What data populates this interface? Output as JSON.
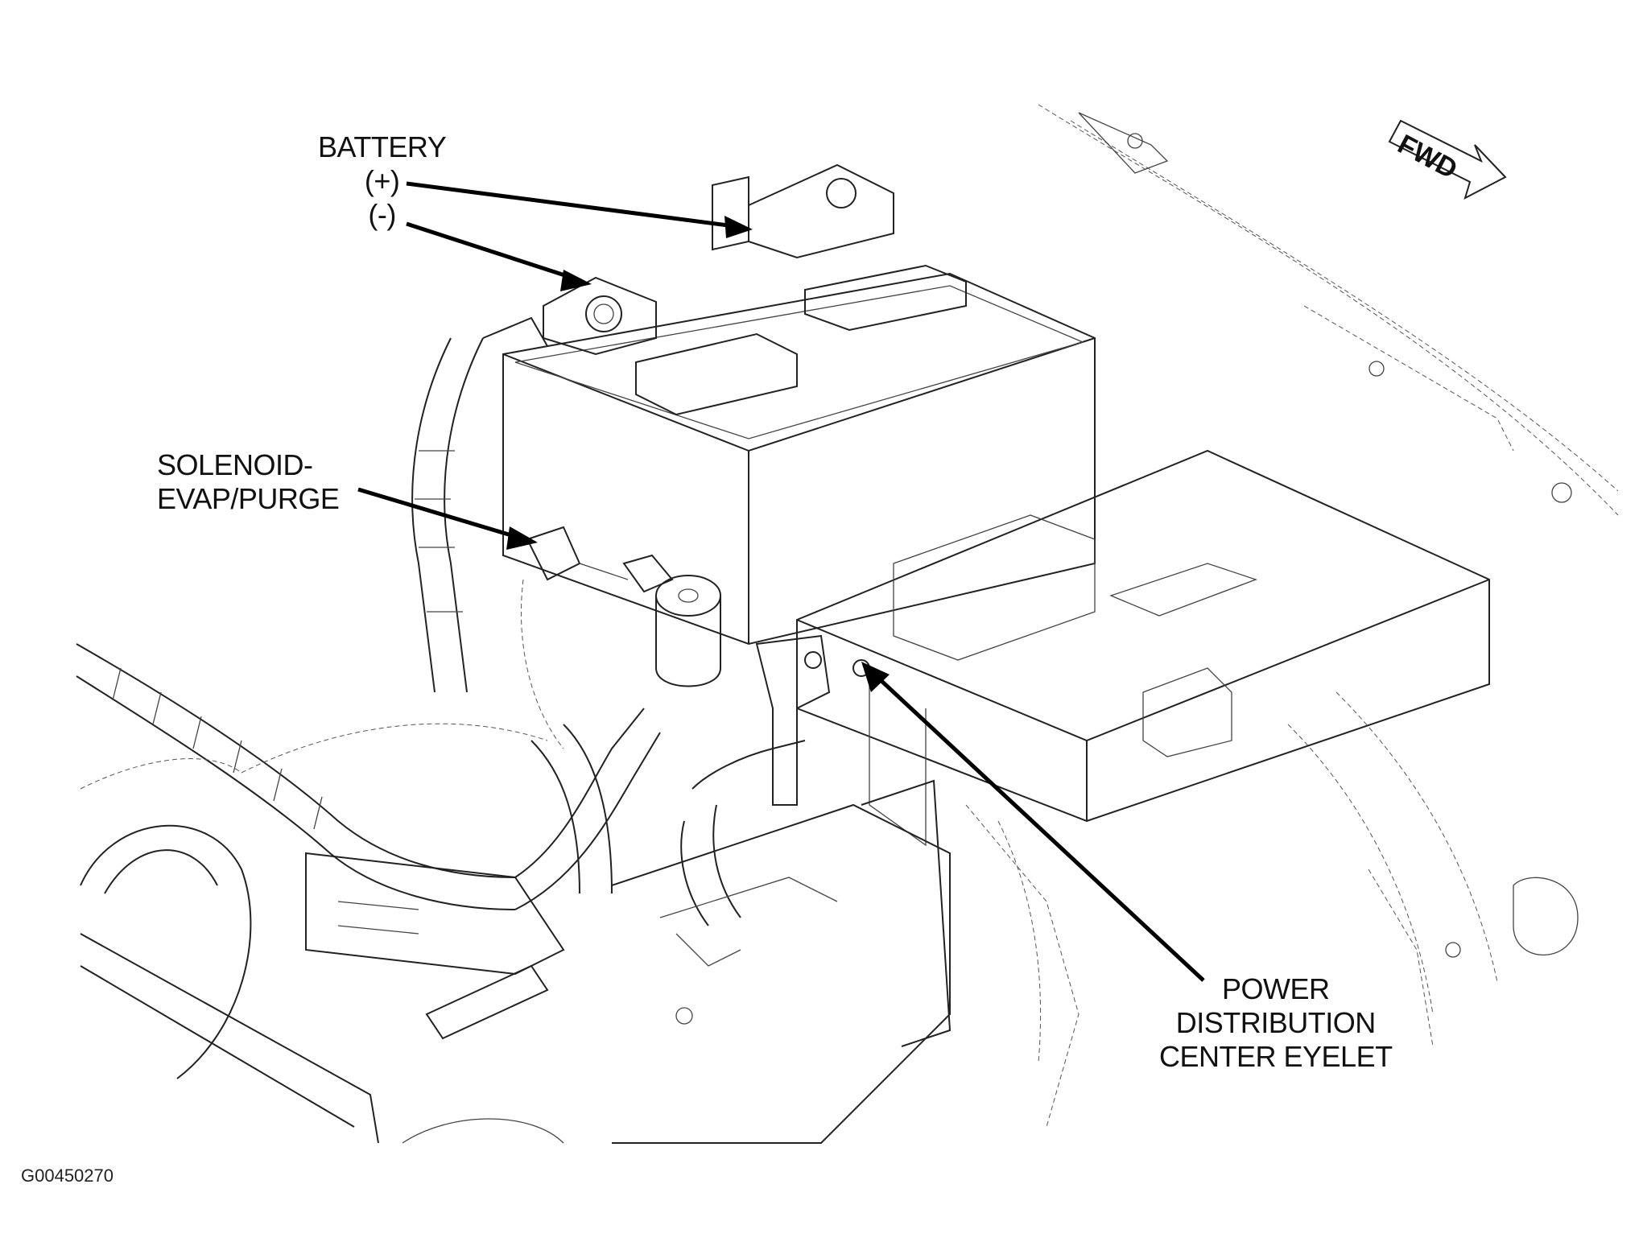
{
  "labels": {
    "battery_title": "BATTERY",
    "battery_pos": "(+)",
    "battery_neg": "(-)",
    "solenoid_line1": "SOLENOID-",
    "solenoid_line2": "EVAP/PURGE",
    "pdc_line1": "POWER",
    "pdc_line2": "DISTRIBUTION",
    "pdc_line3": "CENTER EYELET",
    "fwd": "FWD"
  },
  "figure_id": "G00450270"
}
